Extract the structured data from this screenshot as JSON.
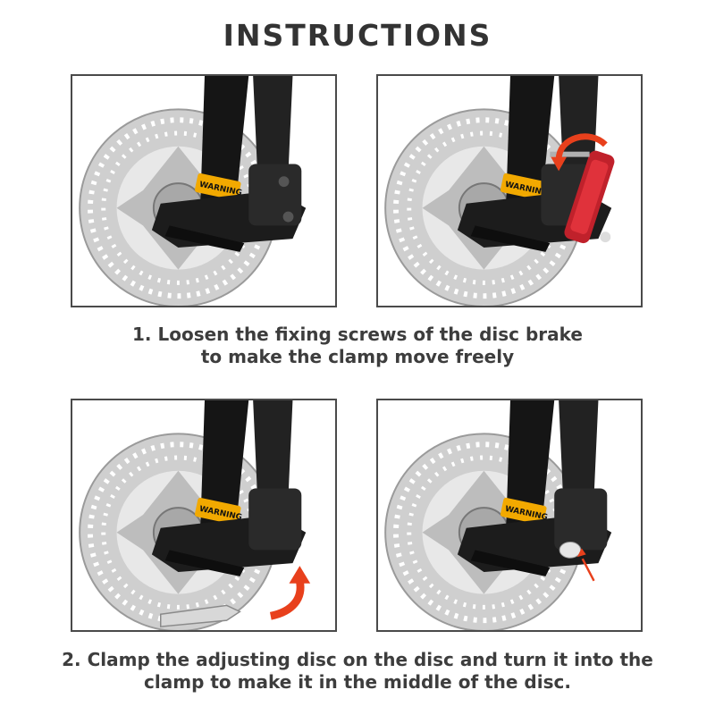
{
  "title": "INSTRUCTIONS",
  "steps": [
    {
      "caption_line1": "1. Loosen the fixing screws of the disc brake",
      "caption_line2": "to make the clamp move freely"
    },
    {
      "caption_line1": "2. Clamp the adjusting disc on the disc and turn it into the",
      "caption_line2": "clamp to make it in the middle of the disc."
    }
  ],
  "panels": [
    {
      "name": "brake-closeup",
      "warning_label": "WARNING"
    },
    {
      "name": "brake-with-hex-tool",
      "warning_label": "WARNING"
    },
    {
      "name": "brake-with-adjusting-disc",
      "warning_label": "WARNING"
    },
    {
      "name": "brake-disc-inserted",
      "warning_label": "WARNING"
    }
  ],
  "colors": {
    "rotor": "#c9c9c9",
    "fork": "#1a1a1a",
    "warning": "#f2a900",
    "tool": "#c0212b",
    "arrow": "#e8401c"
  }
}
